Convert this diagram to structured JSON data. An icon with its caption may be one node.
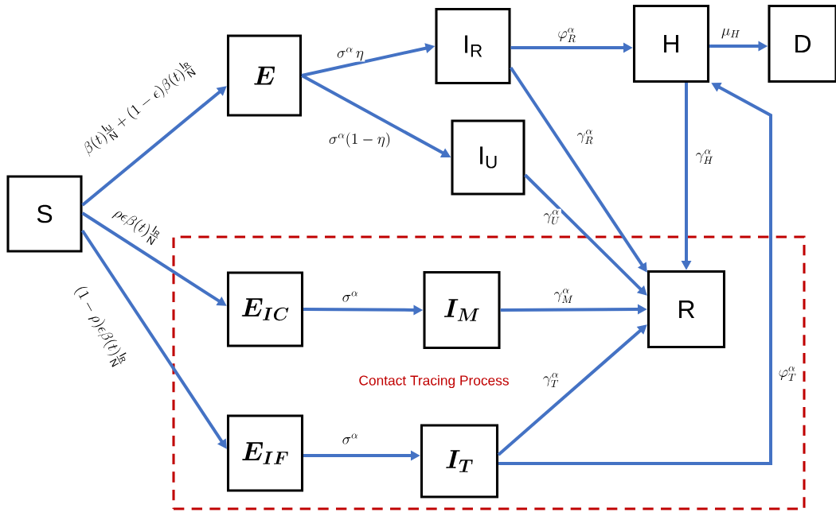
{
  "diagram": {
    "nodes": [
      {
        "text": [
          "S"
        ]
      },
      {
        "text": [
          "E"
        ]
      },
      {
        "text": [
          "I$_{R}$"
        ]
      },
      {
        "text": [
          "H"
        ]
      },
      {
        "text": [
          "D"
        ]
      },
      {
        "text": [
          "I$_{U}$"
        ]
      },
      {
        "text": [
          "Contact Tracing Process"
        ]
      },
      {
        "text": [
          "E_{IC}"
        ],
        "in": 6
      },
      {
        "text": [
          "I_{M}"
        ],
        "in": 6
      },
      {
        "text": [
          "R"
        ],
        "in": 6
      },
      {
        "text": [
          "E_{IF}"
        ],
        "in": 6
      },
      {
        "text": [
          "I_{T}"
        ],
        "in": 6
      }
    ],
    "edges": [
      {
        "from": 0,
        "to": 1,
        "arrow": "to",
        "label": "\\beta(t)\\frac{\\mathrm{I_U}}{\\mathrm{N}}+(1-\\epsilon)\\beta(t)\\frac{\\mathrm{I_R}}{\\mathrm{N}}"
      },
      {
        "from": 0,
        "to": 7,
        "arrow": "to",
        "label": "\\rho\\epsilon\\beta(t)\\frac{\\mathrm{I_R}}{\\mathrm{N}}"
      },
      {
        "from": 0,
        "to": 10,
        "arrow": "to",
        "label": "(1-\\rho)\\epsilon\\beta(t)\\frac{\\mathrm{I_R}}{\\mathrm{N}}"
      },
      {
        "from": 1,
        "to": 2,
        "arrow": "to",
        "label": "\\sigma^{\\alpha}\\,\\eta"
      },
      {
        "from": 1,
        "to": 5,
        "arrow": "to",
        "label": "\\sigma^{\\alpha}(1-\\eta)"
      },
      {
        "from": 2,
        "to": 3,
        "arrow": "to",
        "label": "\\varphi_R^{\\alpha}"
      },
      {
        "from": 3,
        "to": 4,
        "arrow": "to",
        "label": "\\mu_H"
      },
      {
        "from": 2,
        "to": 9,
        "arrow": "to",
        "label": "\\gamma_R^{\\alpha}"
      },
      {
        "from": 5,
        "to": 9,
        "arrow": "to",
        "label": "\\gamma_U^{\\alpha}"
      },
      {
        "from": 3,
        "to": 9,
        "arrow": "to",
        "label": "\\gamma_H^{\\alpha}"
      },
      {
        "from": 7,
        "to": 8,
        "arrow": "to",
        "label": "\\sigma^{\\alpha}"
      },
      {
        "from": 8,
        "to": 9,
        "arrow": "to",
        "label": "\\gamma_M^{\\alpha}"
      },
      {
        "from": 10,
        "to": 11,
        "arrow": "to",
        "label": "\\sigma^{\\alpha}"
      },
      {
        "from": 11,
        "to": 9,
        "arrow": "to",
        "label": "\\gamma_T^{\\alpha}"
      },
      {
        "from": 11,
        "to": 3,
        "arrow": "to",
        "label": "\\varphi_T^{\\alpha}"
      }
    ]
  }
}
